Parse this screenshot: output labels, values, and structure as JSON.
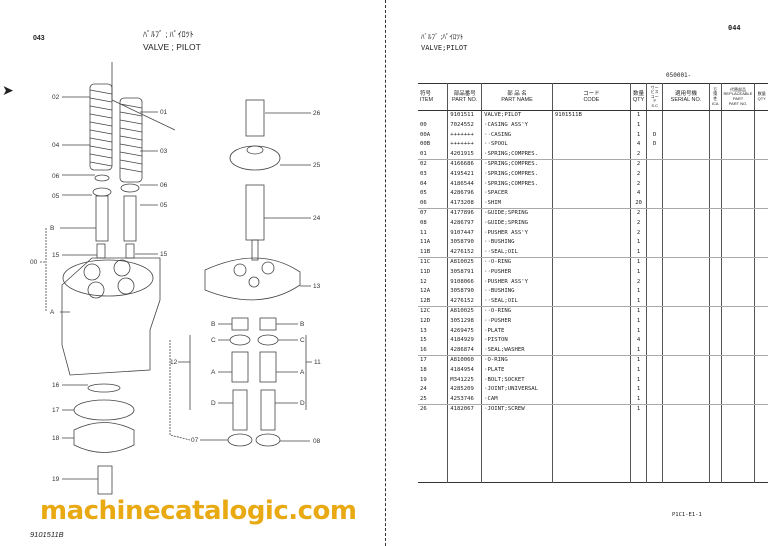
{
  "left_page": {
    "page_number": "043",
    "title_jp": "ﾊﾞﾙﾌﾞ ; ﾊﾟｲﾛﾂﾄ",
    "title_en": "VALVE ; PILOT",
    "drawing_number": "9101511B",
    "callouts": [
      "01",
      "02",
      "03",
      "04",
      "05",
      "06",
      "05",
      "B",
      "15",
      "15",
      "00",
      "A",
      "16",
      "17",
      "18",
      "19",
      "26",
      "25",
      "24",
      "13",
      "B",
      "C",
      "12",
      "A",
      "D",
      "07",
      "B",
      "C",
      "11",
      "A",
      "D",
      "08"
    ]
  },
  "right_page": {
    "page_number": "044",
    "title_jp": "ﾊﾞﾙﾌﾞ ;ﾊﾟｲﾛﾂﾄ",
    "title_en": "VALVE;PILOT",
    "serial_range": "050001-",
    "footer_code": "P1C1-E1-1",
    "headers": {
      "item_jp": "符号",
      "item": "ITEM",
      "part_no_jp": "部品番号",
      "part_no": "PART NO.",
      "part_name_jp": "部 品 名",
      "part_name": "PART NAME",
      "code_jp": "コード",
      "code": "CODE",
      "qty_jp": "数量",
      "qty": "QTY",
      "sc_jp": "サービスコード",
      "sc": "S.C",
      "serial_jp": "適用号機",
      "serial": "SERIAL NO.",
      "ica_jp": "互換性",
      "ica": "ICA",
      "repl_jp": "代替部品",
      "repl": "REPLACEABLE PART",
      "repl_part_jp": "部品番号",
      "repl_part": "PART NO.",
      "repl_qty_jp": "数量",
      "repl_qty": "QTY"
    },
    "rows": [
      {
        "item": "",
        "part": "9101511",
        "name": "VALVE;PILOT",
        "code": "9101511B",
        "qty": "1",
        "sc": ""
      },
      {
        "item": "00",
        "part": "7024552",
        "name": "·CASING ASS'Y",
        "code": "",
        "qty": "1",
        "sc": ""
      },
      {
        "item": "00A",
        "part": "+++++++",
        "name": "··CASING",
        "code": "",
        "qty": "1",
        "sc": "D"
      },
      {
        "item": "00B",
        "part": "+++++++",
        "name": "··SPOOL",
        "code": "",
        "qty": "4",
        "sc": "D"
      },
      {
        "item": "01",
        "part": "4201915",
        "name": "·SPRING;COMPRES.",
        "code": "",
        "qty": "2",
        "sc": ""
      },
      {
        "item": "02",
        "part": "4166686",
        "name": "·SPRING;COMPRES.",
        "code": "",
        "qty": "2",
        "sc": ""
      },
      {
        "item": "03",
        "part": "4195421",
        "name": "·SPRING;COMPRES.",
        "code": "",
        "qty": "2",
        "sc": ""
      },
      {
        "item": "04",
        "part": "4186544",
        "name": "·SPRING;COMPRES.",
        "code": "",
        "qty": "2",
        "sc": ""
      },
      {
        "item": "05",
        "part": "4286796",
        "name": "·SPACER",
        "code": "",
        "qty": "4",
        "sc": ""
      },
      {
        "item": "06",
        "part": "4173208",
        "name": "·SHIM",
        "code": "",
        "qty": "20",
        "sc": ""
      },
      {
        "item": "07",
        "part": "4177896",
        "name": "·GUIDE;SPRING",
        "code": "",
        "qty": "2",
        "sc": ""
      },
      {
        "item": "08",
        "part": "4286797",
        "name": "·GUIDE;SPRING",
        "code": "",
        "qty": "2",
        "sc": ""
      },
      {
        "item": "11",
        "part": "9107447",
        "name": "·PUSHER ASS'Y",
        "code": "",
        "qty": "2",
        "sc": ""
      },
      {
        "item": "11A",
        "part": "3058790",
        "name": "··BUSHING",
        "code": "",
        "qty": "1",
        "sc": ""
      },
      {
        "item": "11B",
        "part": "4276152",
        "name": "··SEAL;OIL",
        "code": "",
        "qty": "1",
        "sc": ""
      },
      {
        "item": "11C",
        "part": "A810025",
        "name": "··O-RING",
        "code": "",
        "qty": "1",
        "sc": ""
      },
      {
        "item": "11D",
        "part": "3058791",
        "name": "··PUSHER",
        "code": "",
        "qty": "1",
        "sc": ""
      },
      {
        "item": "12",
        "part": "9108066",
        "name": "·PUSHER ASS'Y",
        "code": "",
        "qty": "2",
        "sc": ""
      },
      {
        "item": "12A",
        "part": "3058790",
        "name": "··BUSHING",
        "code": "",
        "qty": "1",
        "sc": ""
      },
      {
        "item": "12B",
        "part": "4276152",
        "name": "··SEAL;OIL",
        "code": "",
        "qty": "1",
        "sc": ""
      },
      {
        "item": "12C",
        "part": "A810025",
        "name": "··O-RING",
        "code": "",
        "qty": "1",
        "sc": ""
      },
      {
        "item": "12D",
        "part": "3051298",
        "name": "··PUSHER",
        "code": "",
        "qty": "1",
        "sc": ""
      },
      {
        "item": "13",
        "part": "4269475",
        "name": "·PLATE",
        "code": "",
        "qty": "1",
        "sc": ""
      },
      {
        "item": "15",
        "part": "4184929",
        "name": "·PISTON",
        "code": "",
        "qty": "4",
        "sc": ""
      },
      {
        "item": "16",
        "part": "4286874",
        "name": "·SEAL;WASHER",
        "code": "",
        "qty": "1",
        "sc": ""
      },
      {
        "item": "17",
        "part": "A810060",
        "name": "·O-RING",
        "code": "",
        "qty": "1",
        "sc": ""
      },
      {
        "item": "18",
        "part": "4184954",
        "name": "·PLATE",
        "code": "",
        "qty": "1",
        "sc": ""
      },
      {
        "item": "19",
        "part": "M341225",
        "name": "·BOLT;SOCKET",
        "code": "",
        "qty": "1",
        "sc": ""
      },
      {
        "item": "24",
        "part": "4285209",
        "name": "·JOINT;UNIVERSAL",
        "code": "",
        "qty": "1",
        "sc": ""
      },
      {
        "item": "25",
        "part": "4253746",
        "name": "·CAM",
        "code": "",
        "qty": "1",
        "sc": ""
      },
      {
        "item": "26",
        "part": "4182067",
        "name": "·JOINT;SCREW",
        "code": "",
        "qty": "1",
        "sc": ""
      }
    ]
  },
  "watermark": "machinecatalogic.com"
}
